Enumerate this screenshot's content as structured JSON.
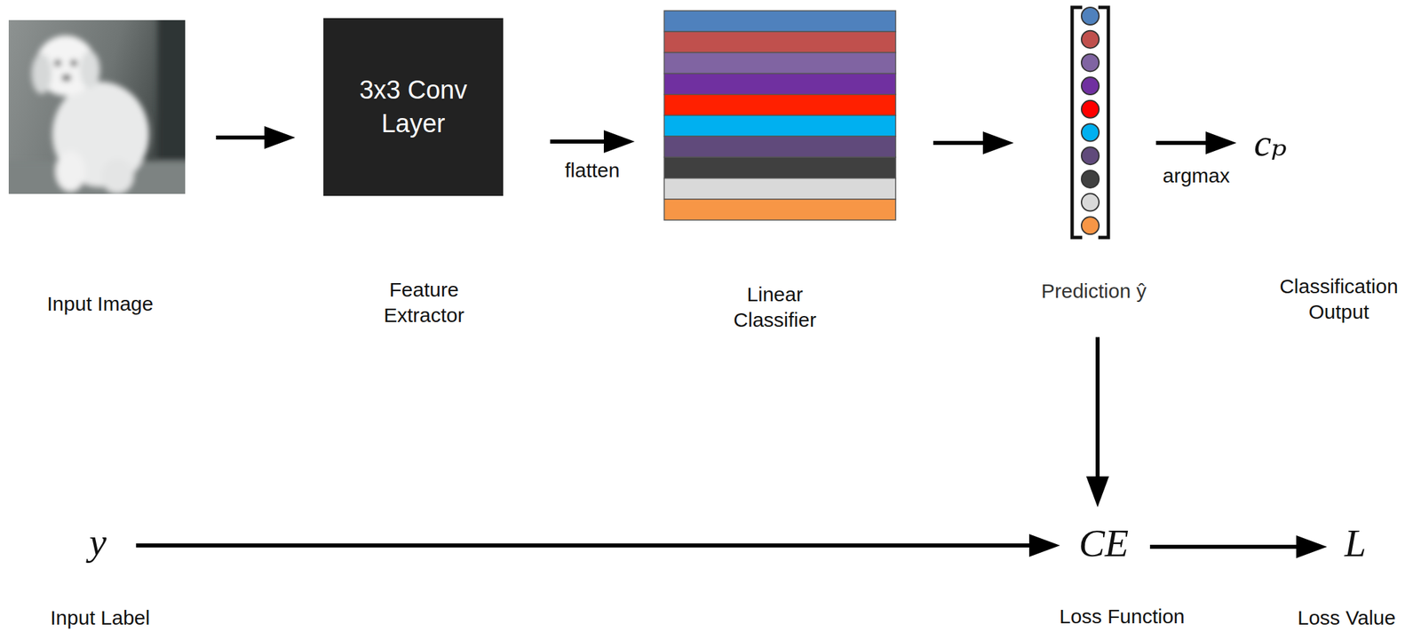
{
  "diagram": {
    "nodes": [
      {
        "text": [
          "Input Image"
        ]
      },
      {
        "text": [
          "3x3 Conv Layer",
          "Feature Extractor"
        ]
      },
      {
        "text": [
          "Linear Classifier"
        ]
      },
      {
        "text": [
          "Prediction ŷ"
        ]
      },
      {
        "text": [
          "cₚ",
          "Classification Output"
        ]
      },
      {
        "text": [
          "y",
          "Input Label"
        ]
      },
      {
        "text": [
          "CE",
          "Loss Function"
        ]
      },
      {
        "text": [
          "L",
          "Loss Value"
        ]
      }
    ],
    "edges": [
      {
        "from": 0,
        "to": 1,
        "arrow": "to"
      },
      {
        "from": 1,
        "to": 2,
        "label": "flatten",
        "arrow": "to"
      },
      {
        "from": 2,
        "to": 3,
        "arrow": "to"
      },
      {
        "from": 3,
        "to": 4,
        "label": "argmax",
        "arrow": "to"
      },
      {
        "from": 3,
        "to": 6,
        "arrow": "to"
      },
      {
        "from": 5,
        "to": 6,
        "arrow": "to"
      },
      {
        "from": 6,
        "to": 7,
        "arrow": "to"
      }
    ]
  }
}
